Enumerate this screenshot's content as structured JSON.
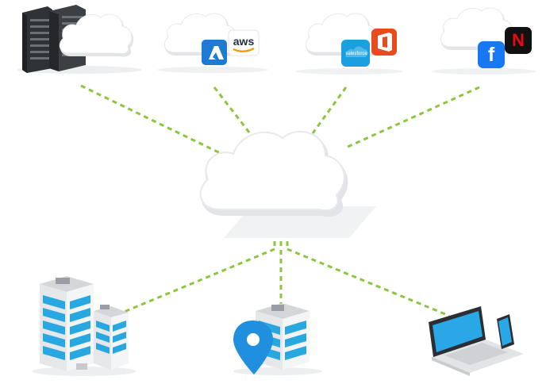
{
  "colors": {
    "connector": "#8cc63f",
    "cloud_fill": "#ffffff",
    "cloud_shade": "#e6e7e9",
    "building_glass": "#29a8e0",
    "building_frame": "#e9eaec",
    "server_dark": "#3c3f44",
    "pin": "#1f8fde",
    "azure": "#1d7bd4",
    "salesforce": "#1aa0e0",
    "office": "#e84c1e",
    "facebook": "#1877f2",
    "netflix_bg": "#111111",
    "netflix_fg": "#e50914",
    "laptop_screen": "#2aa7e6"
  },
  "nodes": {
    "top": [
      {
        "id": "private-datacenter",
        "icons": [
          "server-rack-icon",
          "cloud-icon"
        ]
      },
      {
        "id": "iaas",
        "icons": [
          "cloud-icon",
          "azure-icon",
          "aws-icon"
        ]
      },
      {
        "id": "saas",
        "icons": [
          "cloud-icon",
          "salesforce-icon",
          "office-icon"
        ]
      },
      {
        "id": "consumer",
        "icons": [
          "cloud-icon",
          "facebook-icon",
          "netflix-icon"
        ]
      }
    ],
    "center": {
      "id": "central-cloud",
      "icon": "cloud-icon"
    },
    "bottom": [
      {
        "id": "headquarters",
        "icon": "office-buildings-icon"
      },
      {
        "id": "branch",
        "icon": "branch-building-location-icon"
      },
      {
        "id": "remote-user",
        "icon": "laptop-phone-icon"
      }
    ]
  },
  "logos": {
    "aws": "aws",
    "salesforce": "salesforce",
    "facebook": "f",
    "netflix": "N"
  }
}
